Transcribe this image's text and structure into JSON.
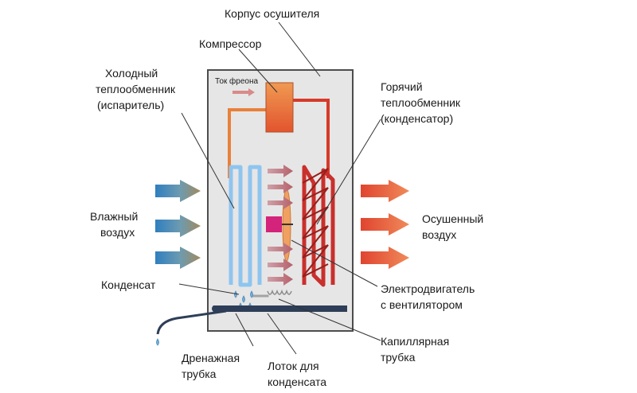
{
  "labels": {
    "housing": "Корпус осушителя",
    "compressor": "Компрессор",
    "freon_flow": "Ток фреона",
    "cold_exchanger_1": "Холодный",
    "cold_exchanger_2": "теплообменник",
    "cold_exchanger_3": "(испаритель)",
    "hot_exchanger_1": "Горячий",
    "hot_exchanger_2": "теплообменник",
    "hot_exchanger_3": "(конденсатор)",
    "humid_air_1": "Влажный",
    "humid_air_2": "воздух",
    "dry_air_1": "Осушенный",
    "dry_air_2": "воздух",
    "condensate": "Конденсат",
    "motor_1": "Электродвигатель",
    "motor_2": "с вентилятором",
    "capillary_1": "Капиллярная",
    "capillary_2": "трубка",
    "drain_1": "Дренажная",
    "drain_2": "трубка",
    "tray_1": "Лоток для",
    "tray_2": "конденсата"
  },
  "colors": {
    "housing_fill": "#e6e6e6",
    "housing_stroke": "#4d4d4d",
    "hot_pipe": "#d63a2a",
    "cold_pipe": "#e8813a",
    "evaporator": "#8ec5ef",
    "condenser": "#c9302c",
    "compressor": "#ec7a3c",
    "motor": "#d4237a",
    "fan": "#f0a060",
    "tray": "#2e3e58",
    "humid_arrow": "#2f7fbf",
    "dry_arrow": "#e0442f",
    "inner_arrow": "#c97b82",
    "leader": "#333333"
  }
}
